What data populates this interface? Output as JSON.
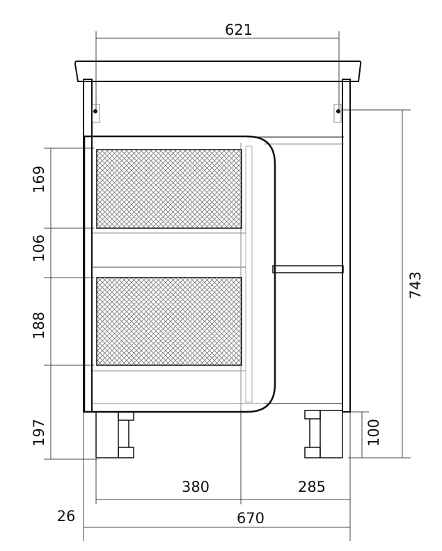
{
  "dimensions": {
    "top_width": "621",
    "left_heights": [
      "169",
      "106",
      "188",
      "197"
    ],
    "total_height": "743",
    "leg_height": "100",
    "left_section_width": "380",
    "right_section_width": "285",
    "side_offset": "26",
    "total_width": "670"
  },
  "colors": {
    "line": "#111111",
    "thin_line": "#555555",
    "hatch": "#777777"
  }
}
